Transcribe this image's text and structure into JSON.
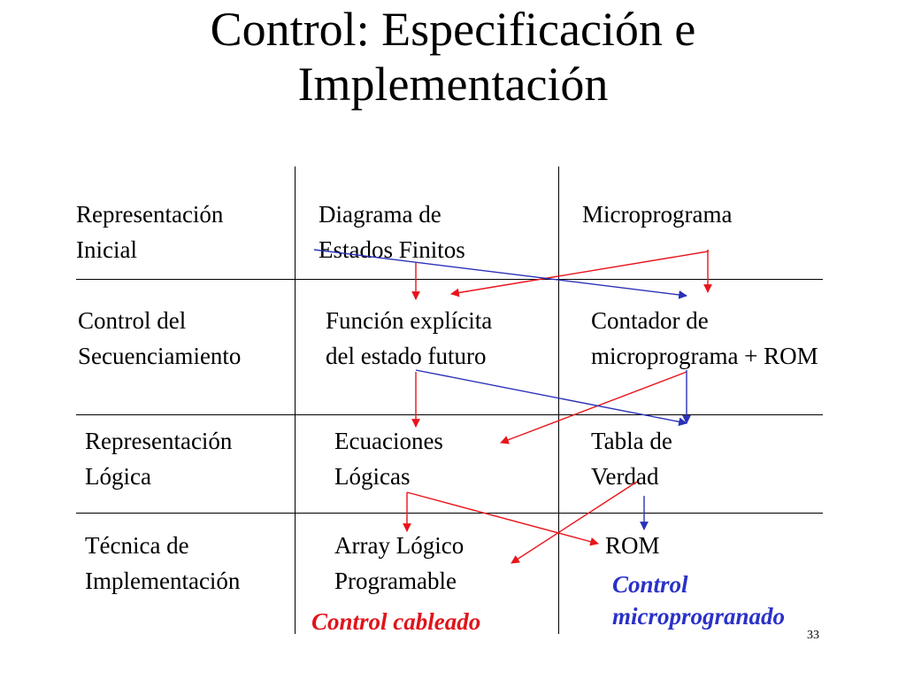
{
  "title": {
    "line1": "Control: Especificación e",
    "line2": "Implementación"
  },
  "rows": [
    {
      "label": [
        "Representación",
        "Inicial"
      ],
      "hardwired": [
        "Diagrama de",
        "Estados Finitos"
      ],
      "micro": [
        "Microprograma"
      ]
    },
    {
      "label": [
        "Control del",
        "Secuenciamiento"
      ],
      "hardwired": [
        "Función explícita",
        "del estado futuro"
      ],
      "micro": [
        "Contador de",
        "microprograma + ROM"
      ]
    },
    {
      "label": [
        "Representación",
        "Lógica"
      ],
      "hardwired": [
        "Ecuaciones",
        "Lógicas"
      ],
      "micro": [
        "Tabla de",
        "Verdad"
      ]
    },
    {
      "label": [
        "Técnica de",
        "Implementación"
      ],
      "hardwired": [
        "Array Lógico",
        "Programable"
      ],
      "micro": [
        "ROM"
      ]
    }
  ],
  "footer": {
    "hardwired_label": "Control cableado",
    "micro_label_line1": "Control",
    "micro_label_line2": "microprogranado",
    "slide_number": "33"
  },
  "colors": {
    "red_arrow": "#e8141b",
    "blue_arrow": "#2a31b8",
    "hardwired_text": "#e0141b",
    "micro_text": "#2a31c8"
  }
}
